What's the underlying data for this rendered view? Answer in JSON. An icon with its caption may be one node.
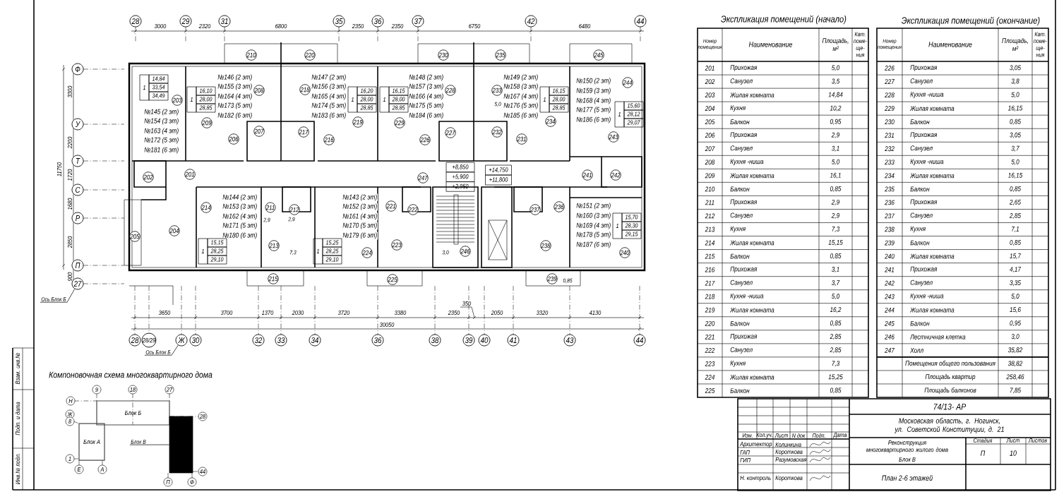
{
  "diagram": {
    "nodes": [
      {
        "text": [
          "28"
        ]
      },
      {
        "text": [
          "29"
        ]
      },
      {
        "text": [
          "31"
        ]
      },
      {
        "text": [
          "35"
        ]
      },
      {
        "text": [
          "36"
        ]
      },
      {
        "text": [
          "37"
        ]
      },
      {
        "text": [
          "42"
        ]
      },
      {
        "text": [
          "44"
        ]
      },
      {
        "text": [
          "Ф"
        ]
      },
      {
        "text": [
          "У"
        ]
      },
      {
        "text": [
          "Т"
        ]
      },
      {
        "text": [
          "С"
        ]
      },
      {
        "text": [
          "Р"
        ]
      },
      {
        "text": [
          "П"
        ]
      },
      {
        "text": [
          "27"
        ]
      },
      {
        "text": [
          "201"
        ]
      },
      {
        "text": [
          "202"
        ]
      },
      {
        "text": [
          "203"
        ]
      },
      {
        "text": [
          "204"
        ]
      },
      {
        "text": [
          "205"
        ]
      },
      {
        "text": [
          "206"
        ]
      },
      {
        "text": [
          "207"
        ]
      },
      {
        "text": [
          "208"
        ]
      },
      {
        "text": [
          "209"
        ]
      },
      {
        "text": [
          "210"
        ]
      },
      {
        "text": [
          "211"
        ]
      },
      {
        "text": [
          "212"
        ]
      },
      {
        "text": [
          "213"
        ]
      },
      {
        "text": [
          "214"
        ]
      },
      {
        "text": [
          "215"
        ]
      },
      {
        "text": [
          "216"
        ]
      },
      {
        "text": [
          "217"
        ]
      },
      {
        "text": [
          "218"
        ]
      },
      {
        "text": [
          "219"
        ]
      },
      {
        "text": [
          "220"
        ]
      },
      {
        "text": [
          "221"
        ]
      },
      {
        "text": [
          "222"
        ]
      },
      {
        "text": [
          "223"
        ]
      },
      {
        "text": [
          "224"
        ]
      },
      {
        "text": [
          "225"
        ]
      },
      {
        "text": [
          "226"
        ]
      },
      {
        "text": [
          "227"
        ]
      },
      {
        "text": [
          "228"
        ]
      },
      {
        "text": [
          "229"
        ]
      },
      {
        "text": [
          "230"
        ]
      },
      {
        "text": [
          "231"
        ]
      },
      {
        "text": [
          "232"
        ]
      },
      {
        "text": [
          "233"
        ]
      },
      {
        "text": [
          "234"
        ]
      },
      {
        "text": [
          "235"
        ]
      },
      {
        "text": [
          "236"
        ]
      },
      {
        "text": [
          "237"
        ]
      },
      {
        "text": [
          "238"
        ]
      },
      {
        "text": [
          "239"
        ]
      },
      {
        "text": [
          "240"
        ]
      },
      {
        "text": [
          "241"
        ]
      },
      {
        "text": [
          "242"
        ]
      },
      {
        "text": [
          "243"
        ]
      },
      {
        "text": [
          "244"
        ]
      },
      {
        "text": [
          "245"
        ]
      },
      {
        "text": [
          "246"
        ]
      },
      {
        "text": [
          "247"
        ]
      },
      {
        "text": [
          "28"
        ]
      },
      {
        "text": [
          "28/29"
        ]
      },
      {
        "text": [
          "Ж"
        ]
      },
      {
        "text": [
          "30"
        ]
      },
      {
        "text": [
          "32"
        ]
      },
      {
        "text": [
          "33"
        ]
      },
      {
        "text": [
          "34"
        ]
      },
      {
        "text": [
          "36"
        ]
      },
      {
        "text": [
          "38"
        ]
      },
      {
        "text": [
          "39"
        ]
      },
      {
        "text": [
          "40"
        ]
      },
      {
        "text": [
          "41"
        ]
      },
      {
        "text": [
          "43"
        ]
      },
      {
        "text": [
          "44"
        ]
      },
      {
        "text": [
          "Ось Блок Б"
        ]
      },
      {
        "text": [
          "Ось Блок Б"
        ]
      },
      {
        "text": [
          "9"
        ]
      },
      {
        "text": [
          "18"
        ]
      },
      {
        "text": [
          "27"
        ]
      },
      {
        "text": [
          "Н"
        ]
      },
      {
        "text": [
          "Ж"
        ]
      },
      {
        "text": [
          "8"
        ]
      },
      {
        "text": [
          "28"
        ]
      },
      {
        "text": [
          "1"
        ]
      },
      {
        "text": [
          "Е"
        ]
      },
      {
        "text": [
          "А"
        ]
      },
      {
        "text": [
          "44"
        ]
      },
      {
        "text": [
          "П"
        ]
      },
      {
        "text": [
          "Ф"
        ]
      },
      {
        "text": [
          "Блок Б"
        ]
      },
      {
        "text": [
          "Блок А"
        ]
      },
      {
        "text": [],
        "shape": "box"
      },
      {
        "text": [
          "Блок В"
        ]
      }
    ],
    "edges": [
      {
        "from": 76,
        "to": 14,
        "arrow": "none"
      },
      {
        "from": 77,
        "to": 64,
        "arrow": "none"
      },
      {
        "from": 94,
        "to": 93,
        "arrow": "none"
      }
    ],
    "labels": [
      "3000",
      "2320",
      "6800",
      "2350",
      "2350",
      "6750",
      "6480",
      "3300",
      "2200",
      "11750",
      "1720",
      "1680",
      "2850",
      "900",
      "3650",
      "3700",
      "1370",
      "2030",
      "3720",
      "3380",
      "2350",
      "350",
      "2050",
      "3320",
      "4130",
      "30050",
      "№145 (2 эт)",
      "№154 (3 эт)",
      "№163 (4 эт)",
      "№172 (5 эт)",
      "№181 (6 эт)",
      "№146 (2 эт)",
      "№155 (3 эт)",
      "№164 (4 эт)",
      "№173 (5 эт)",
      "№182 (6 эт)",
      "№147 (2 эт)",
      "№156 (3 эт)",
      "№165 (4 эт)",
      "№174 (5 эт)",
      "№183 (6 эт)",
      "№148 (2 эт)",
      "№157 (3 эт)",
      "№166 (4 эт)",
      "№175 (5 эт)",
      "№184 (6 эт)",
      "№149 (2 эт)",
      "№158 (3 эт)",
      "№167 (4 эт)",
      "№176 (5 эт)",
      "№185 (6 эт)",
      "№150 (2 эт)",
      "№159 (3 эт)",
      "№168 (4 эт)",
      "№177 (5 эт)",
      "№186 (6 эт)",
      "№144 (2 эт)",
      "№153 (3 эт)",
      "№162 (4 эт)",
      "№171 (5 эт)",
      "№180 (6 эт)",
      "№143 (2 эт)",
      "№152 (3 эт)",
      "№161 (4 эт)",
      "№170 (5 эт)",
      "№179 (6 эт)",
      "№151 (2 эт)",
      "№160 (3 эт)",
      "№169 (4 эт)",
      "№178 (5 эт)",
      "№187 (6 эт)",
      "1",
      "14,84",
      "33,54",
      "34,49",
      "1",
      "16,10",
      "28,00",
      "28,85",
      "1",
      "16,20",
      "28,00",
      "28,85",
      "1",
      "16,15",
      "28,00",
      "28,85",
      "1",
      "16,15",
      "28,00",
      "28,85",
      "1",
      "15,60",
      "28,12",
      "29,07",
      "1",
      "15,15",
      "28,25",
      "29,10",
      "1",
      "15,25",
      "28,25",
      "29,10",
      "1",
      "15,70",
      "28,30",
      "29,15",
      "2,9",
      "2,9",
      "7,3",
      "3,0",
      "0,85",
      "5,0",
      "+8,850",
      "+5,900",
      "+2,950",
      "+14,750",
      "+11,800",
      "Взам. инв.№",
      "Подп. и дата",
      "Инв.№ подл.",
      "Компоновочная схема многоквартирного дома",
      "Экспликация помещений (начало)",
      "Экспликация помещений (окончание)",
      "Номер помещения",
      "Наименование",
      "Площадь, м²",
      "Кат. поме- ще- ния",
      "201",
      "Прихожая",
      "5,0",
      "202",
      "Санузел",
      "3,5",
      "203",
      "Жилая комната",
      "14,84",
      "204",
      "Кухня",
      "10,2",
      "205",
      "Балкон",
      "0,95",
      "206",
      "Прихожая",
      "2,9",
      "207",
      "Санузел",
      "3,1",
      "208",
      "Кухня -ниша",
      "5,0",
      "209",
      "Жилая комната",
      "16,1",
      "210",
      "Балкон",
      "0,85",
      "211",
      "Прихожая",
      "2,9",
      "212",
      "Санузел",
      "2,9",
      "213",
      "Кухня",
      "7,3",
      "214",
      "Жилая комната",
      "15,15",
      "215",
      "Балкон",
      "0,85",
      "216",
      "Прихожая",
      "3,1",
      "217",
      "Санузел",
      "3,7",
      "218",
      "Кухня -ниша",
      "5,0",
      "219",
      "Жилая комната",
      "16,2",
      "220",
      "Балкон",
      "0,85",
      "221",
      "Прихожая",
      "2,85",
      "222",
      "Санузел",
      "2,85",
      "223",
      "Кухня",
      "7,3",
      "224",
      "Жилая комната",
      "15,25",
      "225",
      "Балкон",
      "0,85",
      "Номер помещения",
      "Наименование",
      "Площадь, м²",
      "Кат. поме- ще- ния",
      "226",
      "Прихожая",
      "3,05",
      "227",
      "Санузел",
      "3,8",
      "228",
      "Кухня -ниша",
      "5,0",
      "229",
      "Жилая комната",
      "16,15",
      "230",
      "Балкон",
      "0,85",
      "231",
      "Прихожая",
      "3,05",
      "232",
      "Санузел",
      "3,7",
      "233",
      "Кухня -ниша",
      "5,0",
      "234",
      "Жилая комната",
      "16,15",
      "235",
      "Балкон",
      "0,85",
      "236",
      "Прихожая",
      "2,65",
      "237",
      "Санузел",
      "2,85",
      "238",
      "Кухня",
      "7,1",
      "239",
      "Балкон",
      "0,85",
      "240",
      "Жилая комната",
      "15,7",
      "241",
      "Прихожая",
      "4,17",
      "242",
      "Санузел",
      "3,35",
      "243",
      "Кухня -ниша",
      "5,0",
      "244",
      "Жилая комната",
      "15,6",
      "245",
      "Балкон",
      "0,95",
      "246",
      "Лестничная клетка",
      "3,0",
      "247",
      "Холл",
      "35,82",
      "Помещения общего пользования",
      "38,82",
      "Площадь квартир",
      "258,46",
      "Площадь балконов",
      "7,85",
      "74/13- АР",
      "Московская область, г. Ногинск, ул. Советской Конституции, д. 21",
      "Изм.",
      "Кол.уч.",
      "Лист",
      "N док",
      "Подп.",
      "Дата",
      "Архитектор",
      "Колинкина",
      "ГАП",
      "Короткова",
      "ГИП",
      "Разумовская",
      "Н. контроль",
      "Короткова",
      "Реконструкция многоквартирного жилого дома",
      "Блок В",
      "Стадия",
      "Лист",
      "Листов",
      "П",
      "10",
      "План 2-6 этажей"
    ]
  }
}
